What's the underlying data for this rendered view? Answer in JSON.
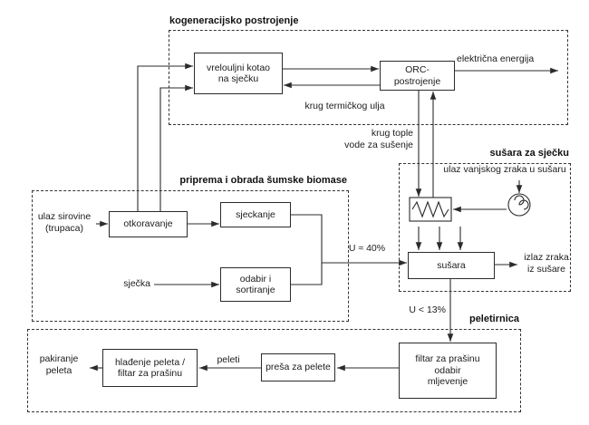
{
  "ink": "#2b2b2b",
  "sections": {
    "cogeneration": {
      "title": "kogeneracijsko postrojenje"
    },
    "preparation": {
      "title": "priprema i obrada šumske biomase"
    },
    "dryer": {
      "title": "sušara za sječku"
    },
    "pellet_plant": {
      "title": "peletirnica"
    }
  },
  "nodes": {
    "boiler": "vrelouljni kotao\nna sječku",
    "orc": "ORC-postrojenje",
    "debarking": "otkoravanje",
    "chipping": "sjeckanje",
    "sorting": "odabir i\nsortiranje",
    "dryer_unit": "sušara",
    "dust_filter_mill": "filtar za prašinu\nodabir\nmljevenje",
    "pellet_press": "preša za pelete",
    "pellet_cooling": "hlađenje peleta /\nfiltar za prašinu"
  },
  "labels": {
    "electric_energy": "električna energija",
    "thermal_oil_loop": "krug termičkog ulja",
    "hot_water_loop": "krug tople\nvode za sušenje",
    "raw_input": "ulaz sirovine\n(trupaca)",
    "chips": "sječka",
    "moisture_40": "U ≈ 40%",
    "moisture_13": "U < 13%",
    "air_inlet": "ulaz vanjskog zraka u sušaru",
    "air_outlet": "izlaz zraka\niz sušare",
    "pellets": "peleti",
    "packaging": "pakiranje\npeleta"
  }
}
